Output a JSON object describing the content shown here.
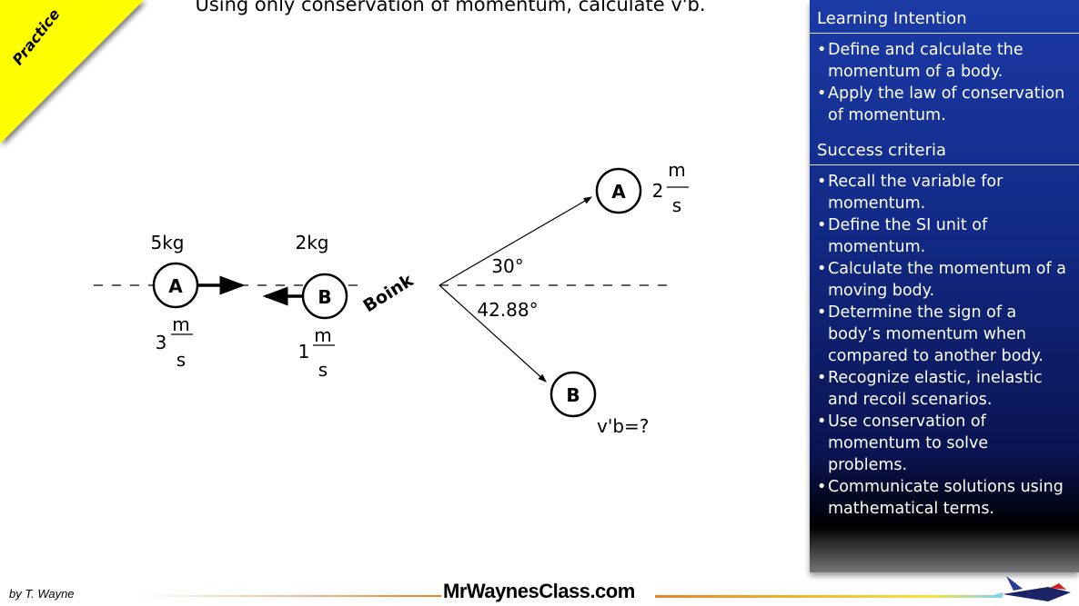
{
  "title": "Using only conservation of momentum, calculate v'b.",
  "badge": "Practice",
  "diagram": {
    "mass_a": "5kg",
    "mass_b": "2kg",
    "label_a": "A",
    "label_b": "B",
    "va_num": "3",
    "vb_num": "1",
    "unit_num": "m",
    "unit_den": "s",
    "collision": "Boink",
    "va_after_num": "2",
    "angle_a": "30°",
    "angle_b": "42.88°",
    "vb_after": "v'b=?"
  },
  "sidebar": {
    "learning_title": "Learning Intention",
    "learning_items": [
      "Define and calculate the momentum of a body.",
      "Apply the law of conservation of momentum."
    ],
    "success_title": "Success criteria",
    "success_items": [
      "Recall the variable for momentum.",
      "Define the SI unit of momentum.",
      "Calculate the momentum of a moving body.",
      "Determine the sign of a body’s momentum when compared to another body.",
      "Recognize elastic, inelastic and recoil scenarios.",
      "Use conservation of momentum to solve problems.",
      "Communicate solutions using mathematical terms."
    ]
  },
  "footer": {
    "author": "by T. Wayne",
    "site": "MrWaynesClass.com"
  },
  "colors": {
    "badge": "#ffff00",
    "sidebar": "#1b3aa6",
    "footer_line": "#e8832a"
  }
}
